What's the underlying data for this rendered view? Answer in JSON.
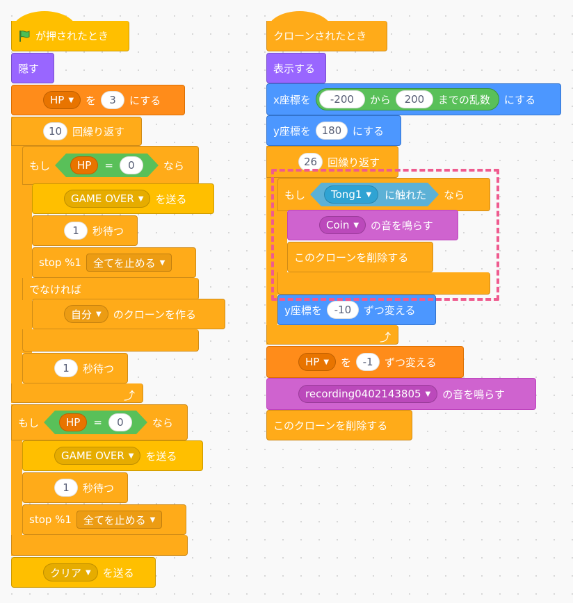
{
  "left_script": {
    "hat_label": "が押されたとき",
    "hide": "隠す",
    "set_hp": {
      "var": "HP",
      "to": "を",
      "value": "3",
      "suffix": "にする"
    },
    "repeat": {
      "count": "10",
      "label": "回繰り返す"
    },
    "if1": {
      "if": "もし",
      "var": "HP",
      "op": "=",
      "value": "0",
      "then": "なら"
    },
    "broadcast1": {
      "message": "GAME OVER",
      "label": "を送る"
    },
    "wait1": {
      "value": "1",
      "label": "秒待つ"
    },
    "stop1": {
      "prefix": "stop %1",
      "option": "全てを止める"
    },
    "else": "でなければ",
    "clone": {
      "target": "自分",
      "label": "のクローンを作る"
    },
    "wait2": {
      "value": "1",
      "label": "秒待つ"
    },
    "if2": {
      "if": "もし",
      "var": "HP",
      "op": "=",
      "value": "0",
      "then": "なら"
    },
    "broadcast2": {
      "message": "GAME OVER",
      "label": "を送る"
    },
    "wait3": {
      "value": "1",
      "label": "秒待つ"
    },
    "stop2": {
      "prefix": "stop %1",
      "option": "全てを止める"
    },
    "broadcast3": {
      "message": "クリア",
      "label": "を送る"
    }
  },
  "right_script": {
    "hat_label": "クローンされたとき",
    "show": "表示する",
    "set_x": {
      "label": "x座標を",
      "from": "-200",
      "mid": "から",
      "to": "200",
      "rand": "までの乱数",
      "suffix": "にする"
    },
    "set_y": {
      "label": "y座標を",
      "value": "180",
      "suffix": "にする"
    },
    "repeat": {
      "count": "26",
      "label": "回繰り返す"
    },
    "if": {
      "if": "もし",
      "sprite": "Tong1",
      "touch": "に触れた",
      "then": "なら"
    },
    "play_coin": {
      "sound": "Coin",
      "label": "の音を鳴らす"
    },
    "delete1": "このクローンを削除する",
    "change_y": {
      "label": "y座標を",
      "value": "-10",
      "suffix": "ずつ変える"
    },
    "change_hp": {
      "var": "HP",
      "by": "を",
      "value": "-1",
      "suffix": "ずつ変える"
    },
    "play_rec": {
      "sound": "recording0402143805",
      "label": "の音を鳴らす"
    },
    "delete2": "このクローンを削除する"
  },
  "colors": {
    "control": "#ffab19",
    "events": "#ffbf00",
    "looks": "#9966ff",
    "variables": "#ff8c1a",
    "motion": "#4c97ff",
    "sound": "#cf63cf",
    "operators": "#59c059",
    "sensing": "#5cb1d6",
    "selection": "#ef5b8f"
  }
}
